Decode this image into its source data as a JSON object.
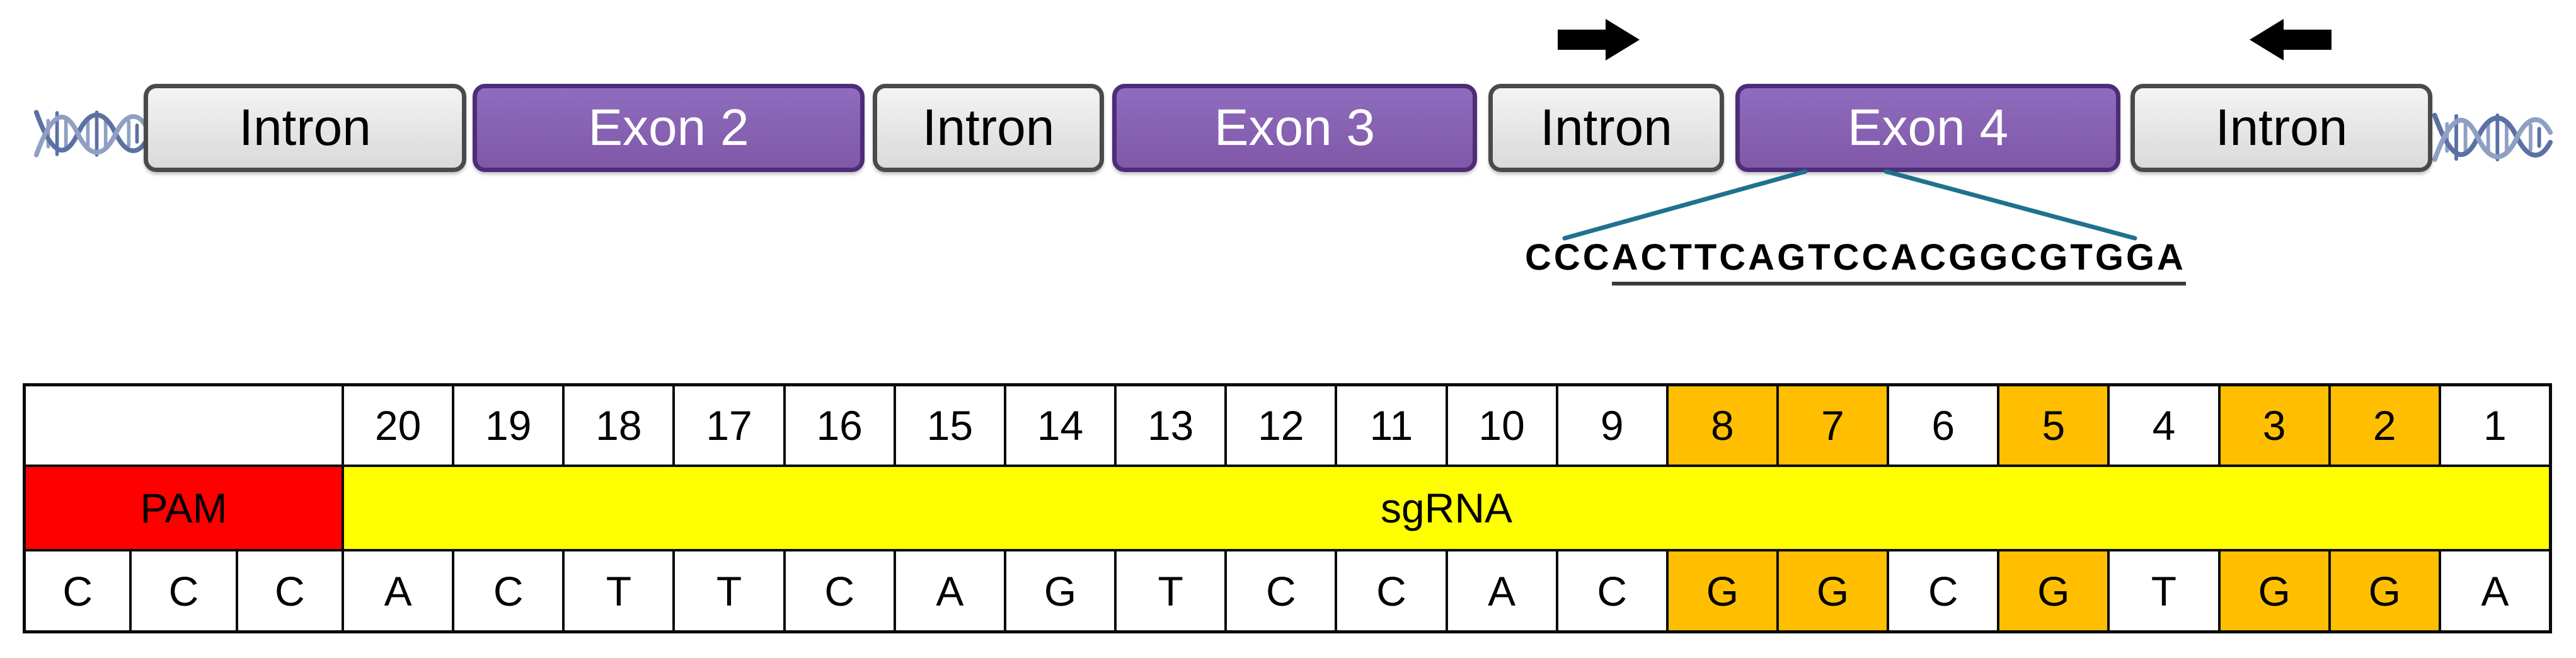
{
  "colors": {
    "pam": "#ff0000",
    "sgrna": "#ffff00",
    "highlight": "#ffbf00",
    "exon_fill": "#8f6cbe",
    "exon_fill2": "#8058a8",
    "exon_border": "#4e2d78",
    "intron_fill": "#f3f3f3",
    "intron_fill2": "#dadada",
    "intron_border": "#4a4a4a",
    "connector": "#20718f",
    "arrow": "#000000",
    "helix_light": "#8fa0c4",
    "helix_dark": "#5c71a3"
  },
  "gene_track": {
    "segments": [
      {
        "label": "Intron",
        "type": "intron"
      },
      {
        "label": "Exon 2",
        "type": "exon"
      },
      {
        "label": "Intron",
        "type": "intron"
      },
      {
        "label": "Exon 3",
        "type": "exon"
      },
      {
        "label": "Intron",
        "type": "intron"
      },
      {
        "label": "Exon 4",
        "type": "exon"
      },
      {
        "label": "Intron",
        "type": "intron"
      }
    ]
  },
  "callout": {
    "pam_text": "CCC",
    "underlined_text": "ACTTCAGTCCACGGCGTGGA",
    "full_sequence": "CCCACTTCAGTCCACGGCGTGGA"
  },
  "table": {
    "positions": [
      "20",
      "19",
      "18",
      "17",
      "16",
      "15",
      "14",
      "13",
      "12",
      "11",
      "10",
      "9",
      "8",
      "7",
      "6",
      "5",
      "4",
      "3",
      "2",
      "1"
    ],
    "pam_label": "PAM",
    "sgrna_label": "sgRNA",
    "letters": [
      "C",
      "C",
      "C",
      "A",
      "C",
      "T",
      "T",
      "C",
      "A",
      "G",
      "T",
      "C",
      "C",
      "A",
      "C",
      "G",
      "G",
      "C",
      "G",
      "T",
      "G",
      "G",
      "A"
    ],
    "highlighted_positions": [
      8,
      7,
      5,
      3,
      2
    ]
  }
}
